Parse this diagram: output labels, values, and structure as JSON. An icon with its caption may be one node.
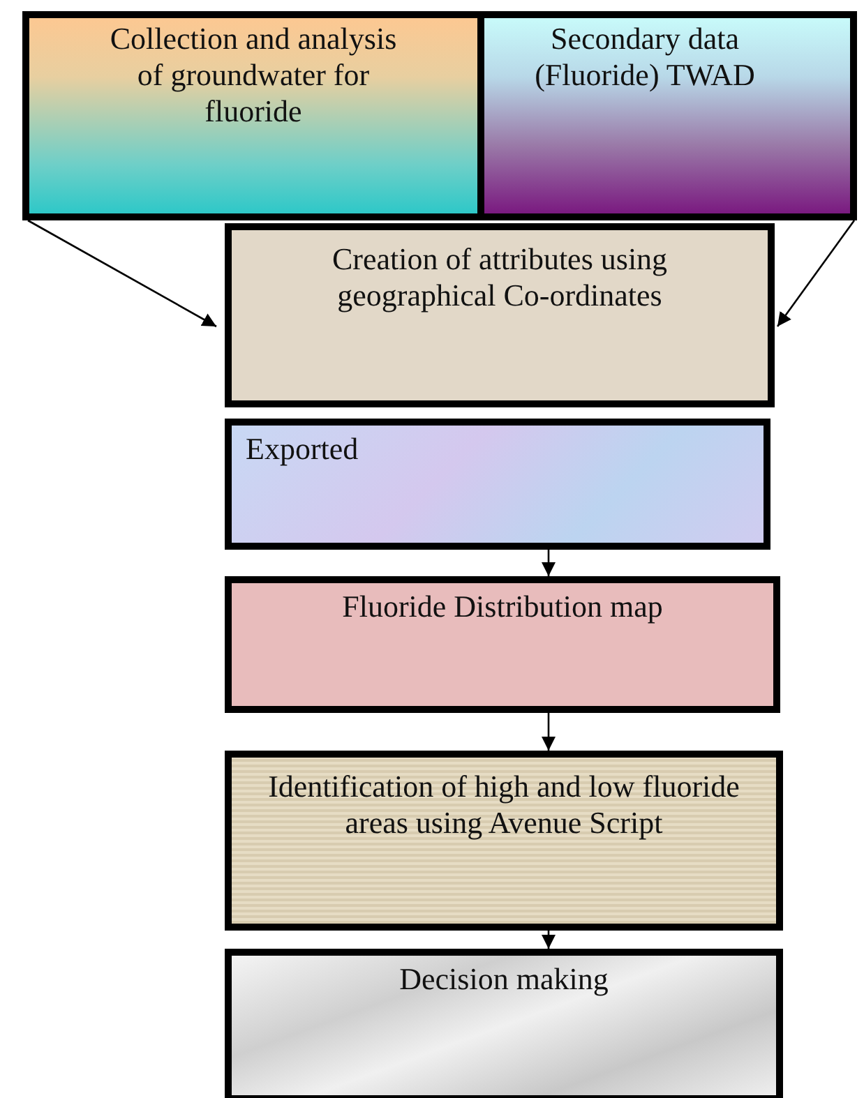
{
  "diagram": {
    "nodes": [
      {
        "text": [
          "Collection and analysis of groundwater for fluoride"
        ]
      },
      {
        "text": [
          "Secondary data (Fluoride) TWAD"
        ]
      },
      {
        "text": [
          "Creation of attributes using geographical Co-ordinates"
        ]
      },
      {
        "text": [
          "Exported"
        ]
      },
      {
        "text": [
          "Fluoride Distribution map"
        ]
      },
      {
        "text": [
          "Identification of high and low fluoride areas using Avenue Script"
        ]
      },
      {
        "text": [
          "Decision making"
        ]
      }
    ],
    "edges": [
      {
        "from": 0,
        "to": 2,
        "arrow": "to"
      },
      {
        "from": 1,
        "to": 2,
        "arrow": "to"
      },
      {
        "from": 3,
        "to": 4,
        "arrow": "to"
      },
      {
        "from": 4,
        "to": 5,
        "arrow": "to"
      },
      {
        "from": 5,
        "to": 6,
        "arrow": "to"
      }
    ]
  }
}
